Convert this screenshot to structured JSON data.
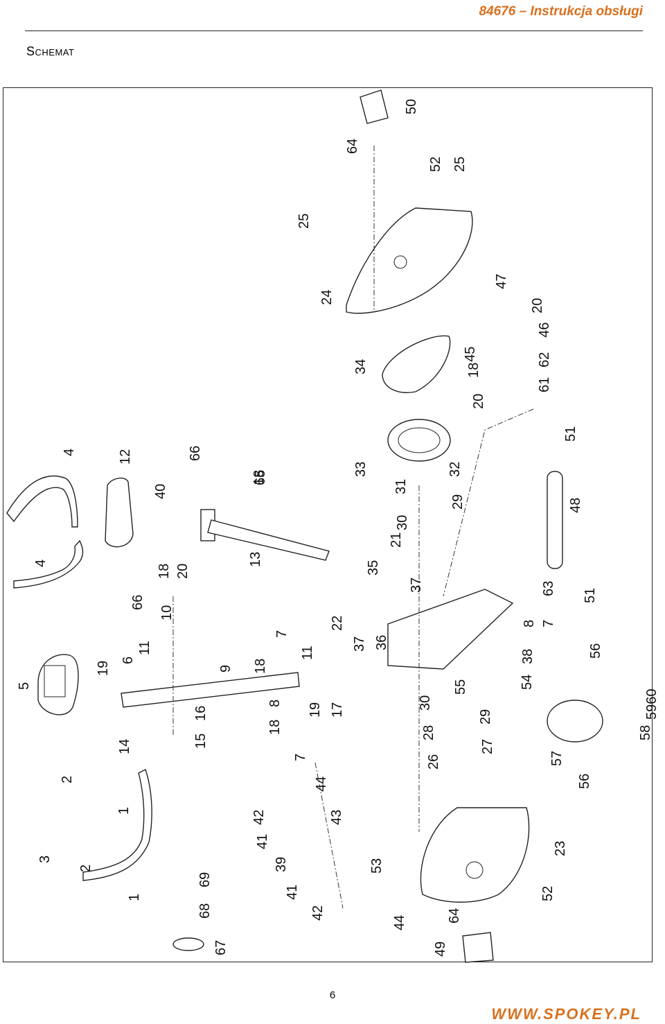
{
  "header": {
    "title": "84676 – Instrukcja obsługi",
    "accent_color": "#d9701e"
  },
  "section_title": "Schemat",
  "callouts": [
    "1",
    "1",
    "2",
    "2",
    "3",
    "4",
    "4",
    "5",
    "6",
    "7",
    "7",
    "7",
    "8",
    "8",
    "9",
    "10",
    "11",
    "11",
    "12",
    "13",
    "14",
    "15",
    "16",
    "17",
    "18",
    "18",
    "18",
    "18",
    "19",
    "19",
    "20",
    "20",
    "21",
    "22",
    "23",
    "24",
    "25",
    "25",
    "26",
    "27",
    "28",
    "29",
    "29",
    "30",
    "30",
    "31",
    "32",
    "33",
    "34",
    "35",
    "36",
    "37",
    "37",
    "38",
    "39",
    "40",
    "41",
    "41",
    "42",
    "42",
    "43",
    "44",
    "44",
    "45",
    "46",
    "47",
    "48",
    "49",
    "50",
    "51",
    "51",
    "52",
    "52",
    "53",
    "54",
    "55",
    "56",
    "56",
    "57",
    "58",
    "5960",
    "61",
    "62",
    "63",
    "64",
    "64",
    "65",
    "66",
    "66",
    "67",
    "68",
    "69",
    "18",
    "20"
  ],
  "footer": {
    "page_number": "6",
    "url": "WWW.SPOKEY.PL"
  }
}
